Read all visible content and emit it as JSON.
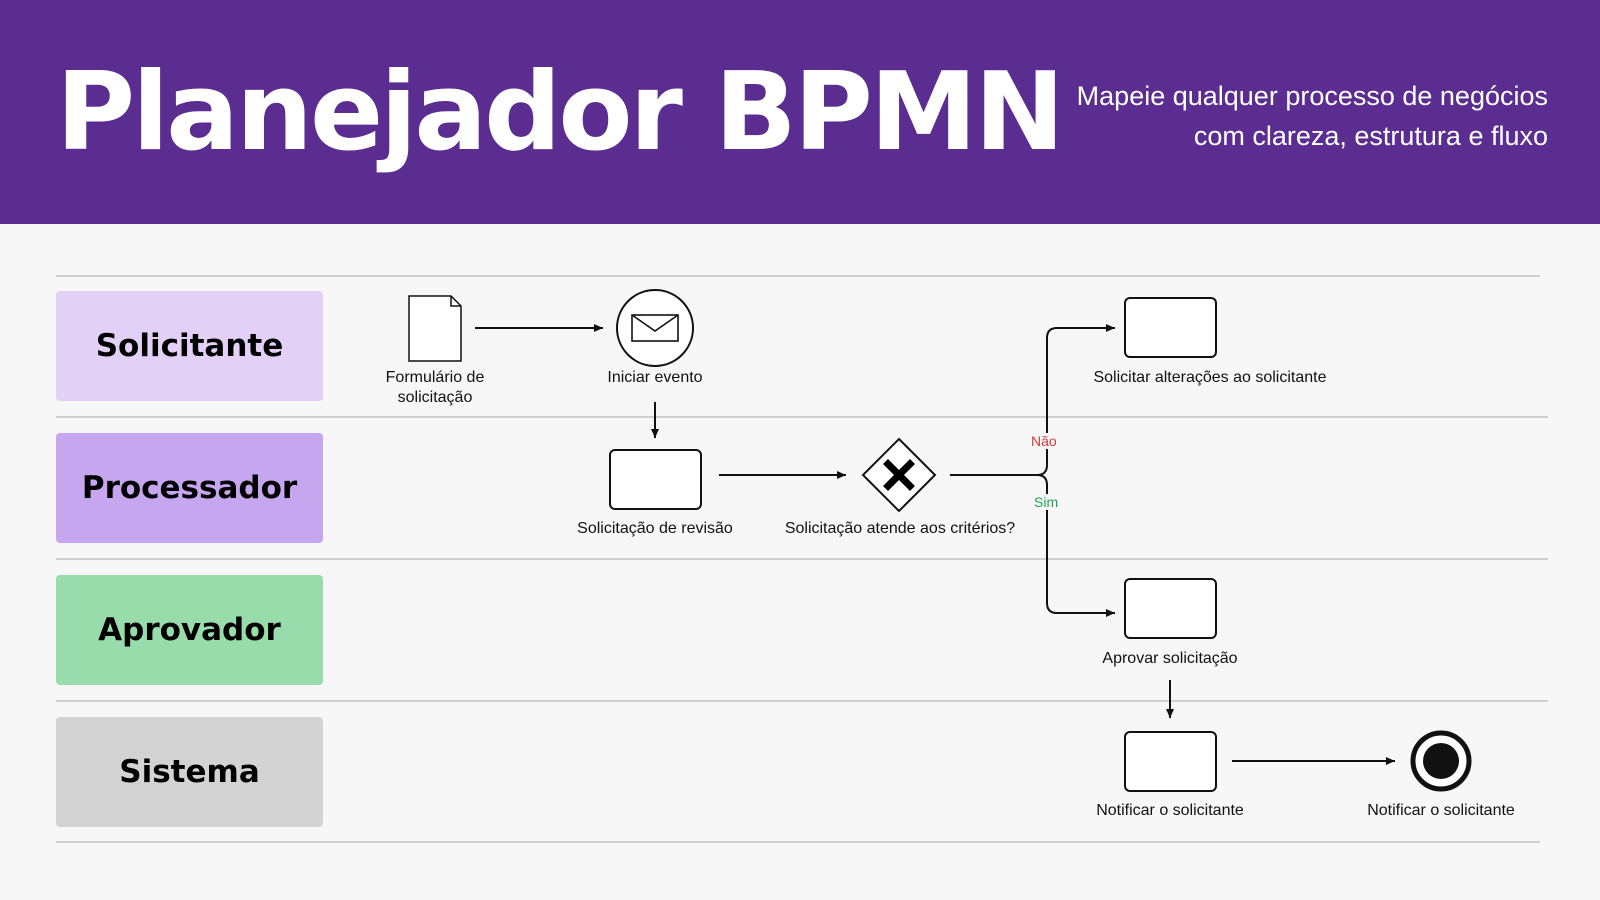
{
  "header": {
    "title": "Planejador BPMN",
    "subtitle": "Mapeie qualquer processo de negócios com clareza, estrutura e fluxo",
    "background_color": "#5b2d91"
  },
  "lanes": [
    {
      "label": "Solicitante",
      "color": "#e3d0f6"
    },
    {
      "label": "Processador",
      "color": "#c6a6ee"
    },
    {
      "label": "Aprovador",
      "color": "#98dcac"
    },
    {
      "label": "Sistema",
      "color": "#d3d3d3"
    }
  ],
  "nodes": {
    "request_form": {
      "type": "data-object",
      "icon": "document-icon",
      "label": "Formulário de solicitação"
    },
    "start_event": {
      "type": "message-start-event",
      "icon": "envelope-icon",
      "label": "Iniciar evento"
    },
    "review_request": {
      "type": "task",
      "label": "Solicitação de revisão"
    },
    "criteria_gateway": {
      "type": "exclusive-gateway",
      "icon": "x-icon",
      "label": "Solicitação atende aos critérios?"
    },
    "request_changes": {
      "type": "task",
      "label": "Solicitar alterações ao solicitante"
    },
    "approve_request": {
      "type": "task",
      "label": "Aprovar solicitação"
    },
    "notify_requester": {
      "type": "task",
      "label": "Notificar o solicitante"
    },
    "end_event": {
      "type": "end-event",
      "label": "Notificar o solicitante"
    }
  },
  "branches": {
    "no": {
      "label": "Não",
      "color": "#d9363e"
    },
    "yes": {
      "label": "Sim",
      "color": "#22a05a"
    }
  }
}
